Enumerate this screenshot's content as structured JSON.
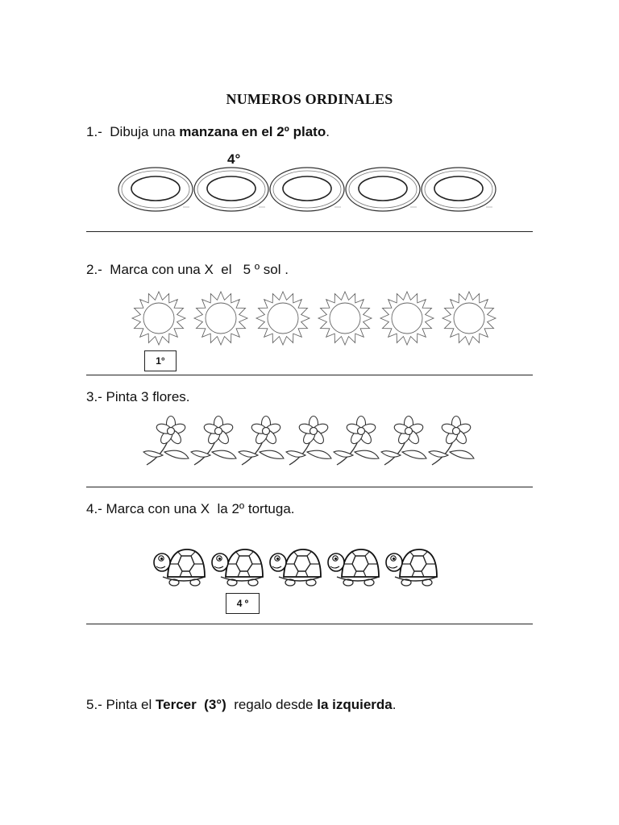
{
  "title": "NUMEROS ORDINALES",
  "q1": {
    "pre": "1.-  Dibuja una ",
    "bold": "manzana en el 2º plato",
    "post": ".",
    "plate_label": "4°",
    "plate_count": 5
  },
  "q2": {
    "text": "2.-  Marca con una X  el   5 º sol .",
    "box_label": "1°",
    "sun_count": 6
  },
  "q3": {
    "text": "3.- Pinta 3 flores.",
    "flower_count": 7
  },
  "q4": {
    "text": "4.- Marca con una X  la 2º tortuga.",
    "box_label": "4 º",
    "turtle_count": 5
  },
  "q5": {
    "pre": "5.- Pinta el ",
    "bold1": "Tercer  (3°)",
    "mid": "  regalo desde ",
    "bold2": "la izquierda",
    "post": "."
  },
  "icons": {
    "plate": "plate-icon",
    "sun": "sun-icon",
    "flower": "flower-icon",
    "turtle": "turtle-icon"
  }
}
